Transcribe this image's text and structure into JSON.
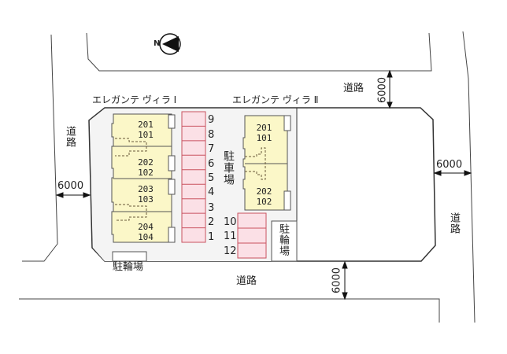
{
  "compass": {
    "direction_label": "N",
    "icon": "north-arrow-icon"
  },
  "buildings": [
    {
      "name": "エレガンテ ヴィラ Ⅰ",
      "units": [
        {
          "upper": "201",
          "lower": "101"
        },
        {
          "upper": "202",
          "lower": "102"
        },
        {
          "upper": "203",
          "lower": "103"
        },
        {
          "upper": "204",
          "lower": "104"
        }
      ]
    },
    {
      "name": "エレガンテ ヴィラ Ⅱ",
      "units": [
        {
          "upper": "201",
          "lower": "101"
        },
        {
          "upper": "202",
          "lower": "102"
        }
      ]
    }
  ],
  "parking": {
    "label": "駐車場",
    "column_a": [
      "9",
      "8",
      "7",
      "6",
      "5",
      "4",
      "3",
      "2",
      "1"
    ],
    "column_b": [
      "10",
      "11",
      "12"
    ]
  },
  "bicycle_parking": [
    {
      "label": "駐輪場",
      "position": "bottom-left"
    },
    {
      "label": "駐輪場",
      "position": "right"
    }
  ],
  "roads": [
    {
      "label": "道路",
      "position": "north",
      "width": "6000"
    },
    {
      "label": "道路",
      "position": "west",
      "width": "6000"
    },
    {
      "label": "道路",
      "position": "east",
      "width": "6000"
    },
    {
      "label": "道路",
      "position": "south",
      "width": "6000"
    }
  ],
  "colors": {
    "lot_fill": "#f4f4f4",
    "building_fill": "#fbf7c8",
    "parking_fill": "#fbe0e6",
    "parking_stroke": "#c9525f",
    "line": "#444444"
  }
}
